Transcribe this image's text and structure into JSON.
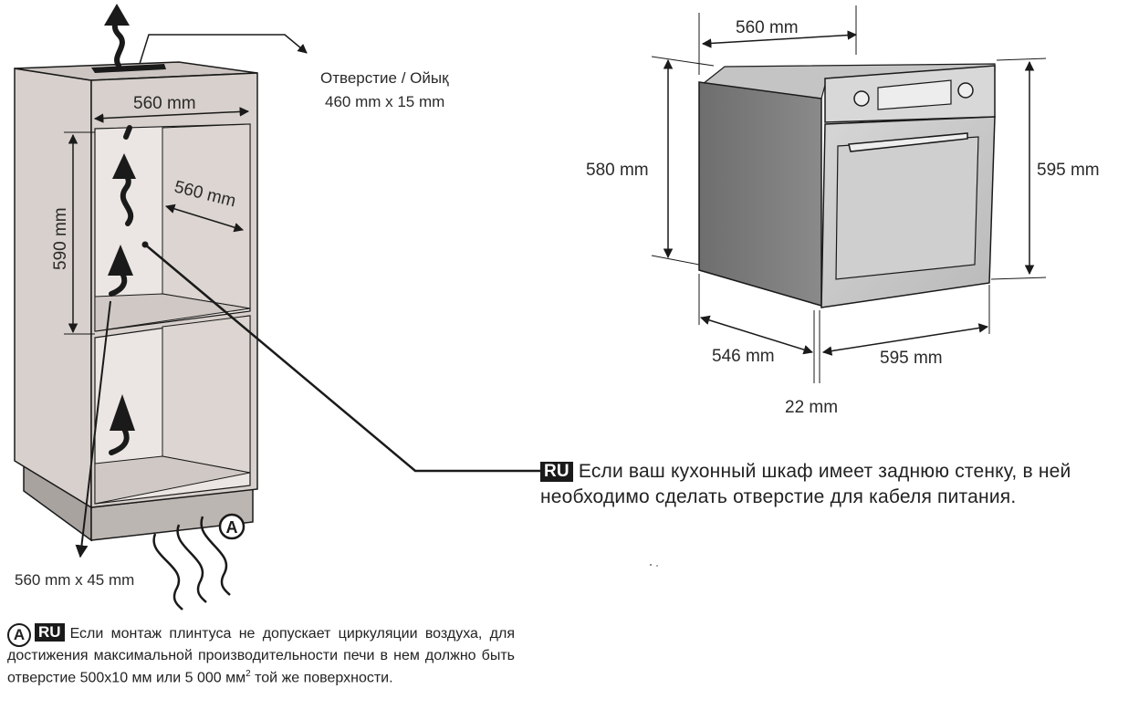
{
  "cabinet": {
    "opening_label_line1": "Отверстие / Ойық",
    "opening_label_line2": "460 mm x 15 mm",
    "width_top": "560 mm",
    "depth": "560 mm",
    "height": "590 mm",
    "bottom_vent": "560 mm x 45 mm",
    "marker_a": "A"
  },
  "oven": {
    "top_width": "560 mm",
    "left_height": "580 mm",
    "right_height": "595 mm",
    "depth": "546 mm",
    "front_width": "595 mm",
    "panel_thickness": "22 mm"
  },
  "notes": {
    "ru_badge": "RU",
    "cable_note": "Если ваш кухонный шкаф имеет заднюю стенку, в ней необходимо сделать отверстие для кабеля питания.",
    "plinth_marker": "A",
    "plinth_badge": "RU",
    "plinth_note_part1": "Если монтаж плинтуса не допускает циркуляции воздуха, для достижения максимальной производительности печи в нем должно быть отверстие 500x10 мм или 5 000 мм",
    "plinth_note_sup": "2",
    "plinth_note_part2": " той же поверхности."
  },
  "colors": {
    "cabinet_side": "#d7d0cc",
    "cabinet_inner": "#ebe6e3",
    "plinth": "#a9a3a0",
    "oven_body": "#7c7c7c",
    "oven_front": "#c9c9c9",
    "ink": "#1a1a1a"
  }
}
